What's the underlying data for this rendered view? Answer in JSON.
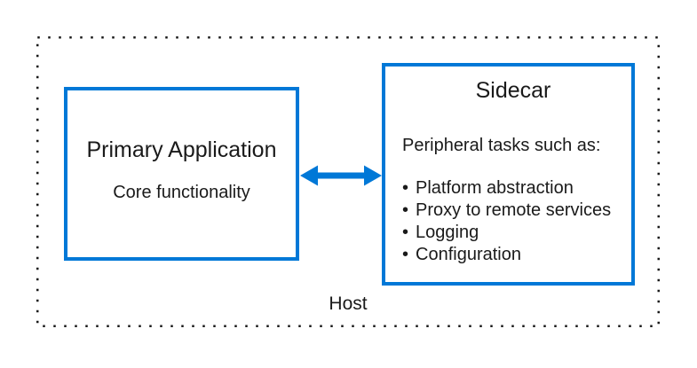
{
  "diagram": {
    "host": {
      "label": "Host"
    },
    "primary_box": {
      "title": "Primary Application",
      "subtitle": "Core functionality"
    },
    "sidecar_box": {
      "title": "Sidecar",
      "intro": "Peripheral tasks such as:",
      "bullets": [
        "Platform abstraction",
        "Proxy to remote services",
        "Logging",
        "Configuration"
      ]
    },
    "arrow": {
      "type": "bidirectional"
    },
    "colors": {
      "accent_blue": "#0078d7",
      "text": "#1a1a1a",
      "dotted_border": "#1a1a1a",
      "background": "#ffffff"
    }
  }
}
